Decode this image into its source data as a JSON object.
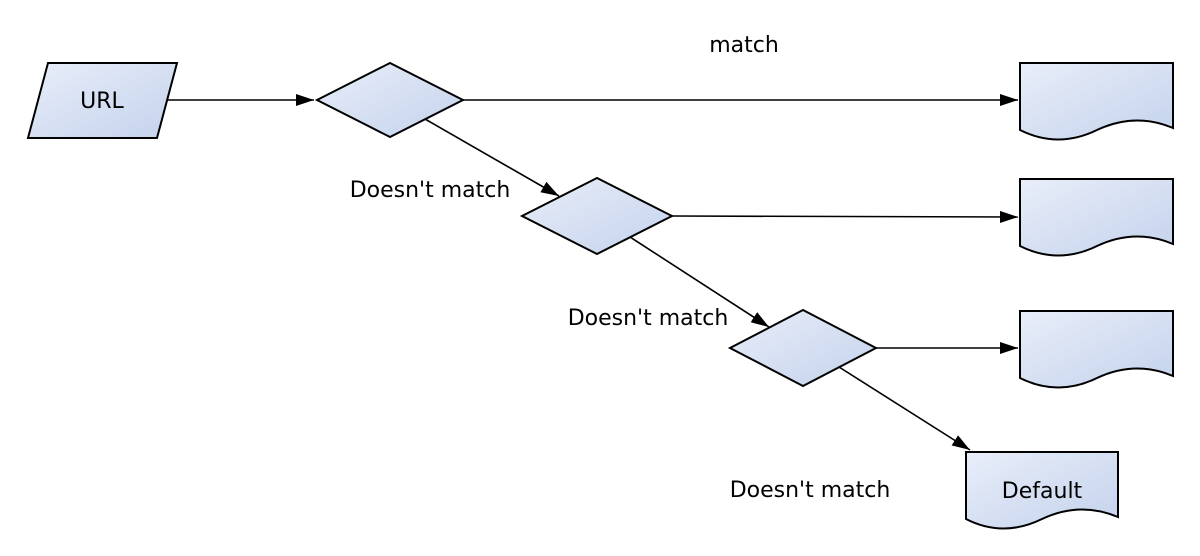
{
  "diagram": {
    "type": "flowchart",
    "colors": {
      "background": "#ffffff",
      "stroke": "#000000",
      "node_fill_light": "#e9eef9",
      "node_fill_dark": "#c3d2ec",
      "text": "#000000"
    },
    "nodes": {
      "url_input": {
        "label": "URL",
        "shape": "parallelogram"
      },
      "decision_1": {
        "label": "",
        "shape": "decision-diamond"
      },
      "decision_2": {
        "label": "",
        "shape": "decision-diamond"
      },
      "decision_3": {
        "label": "",
        "shape": "decision-diamond"
      },
      "view_1": {
        "label": "",
        "shape": "document"
      },
      "view_2": {
        "label": "",
        "shape": "document"
      },
      "view_3": {
        "label": "",
        "shape": "document"
      },
      "default_view": {
        "label": "Default",
        "shape": "document"
      }
    },
    "edges": {
      "match_label": "match",
      "no_match_1_label": "Doesn't match",
      "no_match_2_label": "Doesn't match",
      "no_match_3_label": "Doesn't match"
    }
  }
}
